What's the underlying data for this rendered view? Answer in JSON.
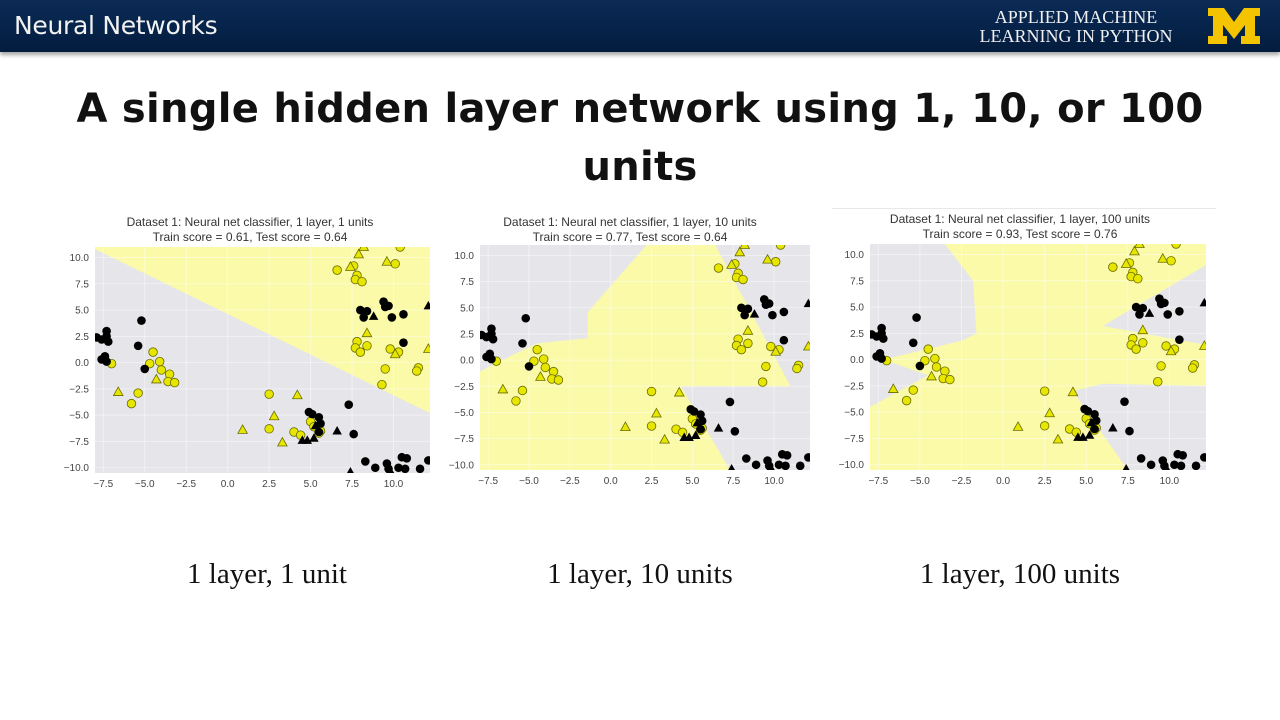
{
  "header": {
    "title": "Neural Networks",
    "brand_line1": "APPLIED MACHINE",
    "brand_line2": "LEARNING IN PYTHON",
    "logo_letter": "M",
    "logo_color": "#f5c400",
    "bg_color": "#06244b"
  },
  "slide": {
    "title": "A single hidden layer network using 1, 10, or 100 units"
  },
  "captions": [
    "1 layer, 1 unit",
    "1 layer, 10 units",
    "1 layer, 100 units"
  ],
  "colors": {
    "class0_region": "#e6e6ea",
    "class1_region": "#fafaa8",
    "class0_point": "#000000",
    "class1_point": "#e6e600"
  },
  "chart_data": [
    {
      "type": "scatter",
      "title": "Dataset 1: Neural net classifier, 1 layer, 1 units",
      "subtitle": "Train score = 0.61, Test score = 0.64",
      "train_score": 0.61,
      "test_score": 0.64,
      "xlim": [
        -8.0,
        12.2
      ],
      "ylim": [
        -10.5,
        11.0
      ],
      "xticks": [
        -7.5,
        -5.0,
        -2.5,
        0.0,
        2.5,
        5.0,
        7.5,
        10.0
      ],
      "xtick_labels": [
        "−7.5",
        "−5.0",
        "−2.5",
        "0.0",
        "2.5",
        "5.0",
        "7.5",
        "10.0"
      ],
      "yticks": [
        10.0,
        7.5,
        5.0,
        2.5,
        0.0,
        -2.5,
        -5.0,
        -7.5,
        -10.0
      ],
      "ytick_labels": [
        "10.0",
        "7.5",
        "5.0",
        "2.5",
        "0.0",
        "−2.5",
        "−5.0",
        "−7.5",
        "−10.0"
      ],
      "grid": true,
      "legend": "none",
      "decision_region_class1": [
        [
          -8.0,
          11.0
        ],
        [
          12.2,
          11.0
        ],
        [
          12.2,
          -4.8
        ],
        [
          -8.0,
          10.8
        ]
      ]
    },
    {
      "type": "scatter",
      "title": "Dataset 1: Neural net classifier, 1 layer, 10 units",
      "subtitle": "Train score = 0.77, Test score = 0.64",
      "train_score": 0.77,
      "test_score": 0.64,
      "xlim": [
        -8.0,
        12.2
      ],
      "ylim": [
        -10.5,
        11.0
      ],
      "xticks": [
        -7.5,
        -5.0,
        -2.5,
        0.0,
        2.5,
        5.0,
        7.5,
        10.0
      ],
      "xtick_labels": [
        "−7.5",
        "−5.0",
        "−2.5",
        "0.0",
        "2.5",
        "5.0",
        "7.5",
        "10.0"
      ],
      "yticks": [
        10.0,
        7.5,
        5.0,
        2.5,
        0.0,
        -2.5,
        -5.0,
        -7.5,
        -10.0
      ],
      "ytick_labels": [
        "10.0",
        "7.5",
        "5.0",
        "2.5",
        "0.0",
        "−2.5",
        "−5.0",
        "−7.5",
        "−10.0"
      ],
      "grid": true,
      "legend": "none",
      "decision_region_class1": [
        [
          2.2,
          11.0
        ],
        [
          6.4,
          11.0
        ],
        [
          11.0,
          -2.5
        ],
        [
          4.3,
          -2.5
        ],
        [
          7.3,
          -10.5
        ],
        [
          -8.0,
          -10.5
        ],
        [
          -8.0,
          -1.1
        ],
        [
          -6.0,
          0.5
        ],
        [
          -4.5,
          1.6
        ],
        [
          -1.4,
          2.1
        ],
        [
          -1.4,
          4.6
        ]
      ]
    },
    {
      "type": "scatter",
      "title": "Dataset 1: Neural net classifier, 1 layer, 100 units",
      "subtitle": "Train score = 0.93, Test score = 0.76",
      "train_score": 0.93,
      "test_score": 0.76,
      "xlim": [
        -8.0,
        12.2
      ],
      "ylim": [
        -10.5,
        11.0
      ],
      "xticks": [
        -7.5,
        -5.0,
        -2.5,
        0.0,
        2.5,
        5.0,
        7.5,
        10.0
      ],
      "xtick_labels": [
        "−7.5",
        "−5.0",
        "−2.5",
        "0.0",
        "2.5",
        "5.0",
        "7.5",
        "10.0"
      ],
      "yticks": [
        10.0,
        7.5,
        5.0,
        2.5,
        0.0,
        -2.5,
        -5.0,
        -7.5,
        -10.0
      ],
      "ytick_labels": [
        "10.0",
        "7.5",
        "5.0",
        "2.5",
        "0.0",
        "−2.5",
        "−5.0",
        "−7.5",
        "−10.0"
      ],
      "grid": true,
      "legend": "none",
      "decision_region_class1": [
        [
          -3.5,
          11.0
        ],
        [
          12.2,
          11.0
        ],
        [
          12.2,
          9.0
        ],
        [
          6.0,
          3.2
        ],
        [
          12.2,
          1.4
        ],
        [
          12.2,
          -2.5
        ],
        [
          6.0,
          -2.3
        ],
        [
          4.2,
          -3.0
        ],
        [
          5.5,
          -6.0
        ],
        [
          7.5,
          -10.5
        ],
        [
          -8.0,
          -10.5
        ],
        [
          -8.0,
          -4.5
        ],
        [
          -4.5,
          -1.5
        ],
        [
          -7.2,
          0.0
        ],
        [
          -2.5,
          1.8
        ],
        [
          -1.6,
          2.5
        ],
        [
          -1.8,
          7.5
        ]
      ]
    }
  ],
  "points": {
    "class1_circles": [
      [
        -7.0,
        -0.1
      ],
      [
        -4.5,
        1.0
      ],
      [
        -4.7,
        -0.1
      ],
      [
        -4.1,
        0.1
      ],
      [
        -4.0,
        -0.7
      ],
      [
        -3.5,
        -1.1
      ],
      [
        -3.6,
        -1.8
      ],
      [
        -3.2,
        -1.9
      ],
      [
        -5.8,
        -3.9
      ],
      [
        -5.4,
        -2.9
      ],
      [
        2.5,
        -3.0
      ],
      [
        2.5,
        -6.3
      ],
      [
        4.0,
        -6.6
      ],
      [
        4.4,
        -6.9
      ],
      [
        5.0,
        -5.6
      ],
      [
        5.2,
        -6.1
      ],
      [
        5.6,
        -6.5
      ],
      [
        5.5,
        -6.7
      ],
      [
        6.6,
        8.8
      ],
      [
        7.6,
        9.2
      ],
      [
        7.8,
        8.3
      ],
      [
        7.7,
        7.9
      ],
      [
        8.1,
        7.7
      ],
      [
        10.1,
        9.4
      ],
      [
        10.4,
        11.0
      ],
      [
        7.8,
        2.0
      ],
      [
        7.7,
        1.4
      ],
      [
        8.0,
        1.0
      ],
      [
        8.4,
        1.6
      ],
      [
        9.8,
        1.3
      ],
      [
        10.3,
        1.0
      ],
      [
        9.5,
        -0.6
      ],
      [
        9.3,
        -2.1
      ],
      [
        11.5,
        -0.5
      ],
      [
        11.4,
        -0.8
      ]
    ],
    "class1_triangles": [
      [
        -6.6,
        -2.8
      ],
      [
        -4.3,
        -1.6
      ],
      [
        0.9,
        -6.4
      ],
      [
        2.8,
        -5.1
      ],
      [
        3.3,
        -7.6
      ],
      [
        4.2,
        -3.1
      ],
      [
        7.4,
        9.1
      ],
      [
        7.9,
        10.3
      ],
      [
        8.2,
        11.0
      ],
      [
        9.6,
        9.6
      ],
      [
        8.4,
        2.8
      ],
      [
        10.1,
        0.8
      ],
      [
        12.1,
        1.3
      ]
    ],
    "class0_circles": [
      [
        -7.6,
        0.3
      ],
      [
        -7.4,
        0.6
      ],
      [
        -7.3,
        0.1
      ],
      [
        -7.6,
        2.2
      ],
      [
        -7.3,
        2.5
      ],
      [
        -7.3,
        3.0
      ],
      [
        -7.2,
        2.0
      ],
      [
        -7.9,
        2.4
      ],
      [
        -5.2,
        4.0
      ],
      [
        -5.4,
        1.6
      ],
      [
        -5.0,
        -0.6
      ],
      [
        4.9,
        -4.7
      ],
      [
        5.1,
        -4.9
      ],
      [
        5.5,
        -5.2
      ],
      [
        5.6,
        -5.8
      ],
      [
        5.5,
        -6.6
      ],
      [
        7.3,
        -4.0
      ],
      [
        7.6,
        -6.8
      ],
      [
        8.0,
        5.0
      ],
      [
        8.2,
        4.3
      ],
      [
        8.4,
        4.9
      ],
      [
        9.4,
        5.8
      ],
      [
        9.5,
        5.3
      ],
      [
        9.7,
        5.4
      ],
      [
        9.9,
        4.3
      ],
      [
        10.6,
        4.6
      ],
      [
        10.6,
        1.9
      ],
      [
        8.3,
        -9.4
      ],
      [
        8.9,
        -10.0
      ],
      [
        9.6,
        -9.6
      ],
      [
        9.7,
        -10.1
      ],
      [
        10.3,
        -10.0
      ],
      [
        10.5,
        -9.0
      ],
      [
        10.8,
        -9.1
      ],
      [
        10.7,
        -10.1
      ],
      [
        11.6,
        -10.1
      ],
      [
        12.1,
        -9.3
      ]
    ],
    "class0_triangles": [
      [
        8.8,
        4.4
      ],
      [
        12.1,
        5.4
      ],
      [
        4.5,
        -7.4
      ],
      [
        4.8,
        -7.4
      ],
      [
        5.2,
        -7.2
      ],
      [
        5.3,
        -6.0
      ],
      [
        6.6,
        -6.5
      ],
      [
        7.4,
        -10.4
      ],
      [
        9.8,
        -10.3
      ]
    ]
  }
}
